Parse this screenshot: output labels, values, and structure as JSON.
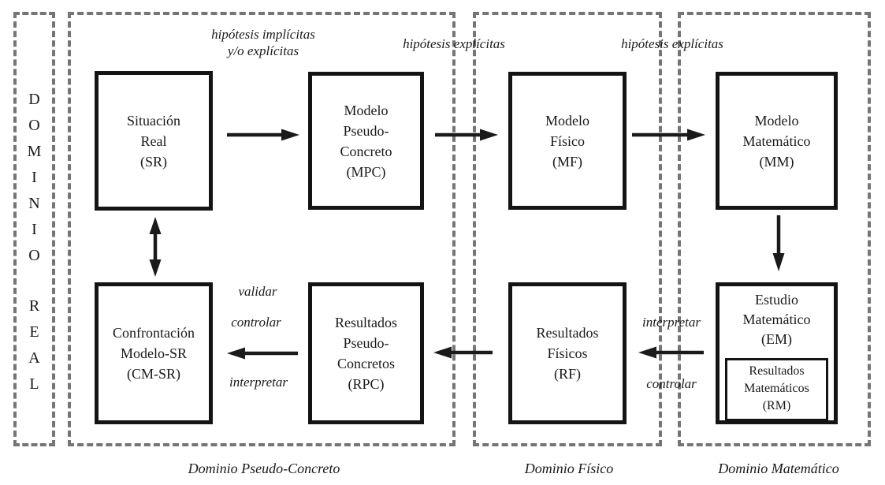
{
  "domains": {
    "real": {
      "letters": [
        "D",
        "O",
        "M",
        "I",
        "N",
        "I",
        "O",
        "R",
        "E",
        "A",
        "L"
      ]
    },
    "pseudo_concreto": {
      "caption": "Dominio Pseudo-Concreto"
    },
    "fisico": {
      "caption": "Dominio Físico"
    },
    "matematico": {
      "caption": "Dominio Matemático"
    }
  },
  "boxes": {
    "sr": {
      "lines": [
        "Situación",
        "Real",
        "(SR)"
      ]
    },
    "mpc": {
      "lines": [
        "Modelo",
        "Pseudo-",
        "Concreto",
        "(MPC)"
      ]
    },
    "mf": {
      "lines": [
        "Modelo",
        "Físico",
        "(MF)"
      ]
    },
    "mm": {
      "lines": [
        "Modelo",
        "Matemático",
        "(MM)"
      ]
    },
    "cmsr": {
      "lines": [
        "Confrontación",
        "Modelo-SR",
        "(CM-SR)"
      ]
    },
    "rpc": {
      "lines": [
        "Resultados",
        "Pseudo-",
        "Concretos",
        "(RPC)"
      ]
    },
    "rf": {
      "lines": [
        "Resultados",
        "Físicos",
        "(RF)"
      ]
    },
    "em": {
      "lines": [
        "Estudio",
        "Matemático",
        "(EM)"
      ]
    },
    "rm": {
      "lines": [
        "Resultados",
        "Matemáticos",
        "(RM)"
      ]
    }
  },
  "arrow_labels": {
    "hipotesis_implicitas_line1": "hipótesis implícitas",
    "hipotesis_implicitas_line2": "y/o explícitas",
    "hipotesis_explicitas_1": "hipótesis explícitas",
    "hipotesis_explicitas_2": "hipótesis explícitas",
    "interpretar_right": "interpretar",
    "controlar_right": "controlar",
    "validar_left": "validar",
    "controlar_left": "controlar",
    "interpretar_left": "interpretar"
  },
  "colors": {
    "line": "#1a1a1a",
    "dash": "#757575",
    "background": "#ffffff"
  }
}
